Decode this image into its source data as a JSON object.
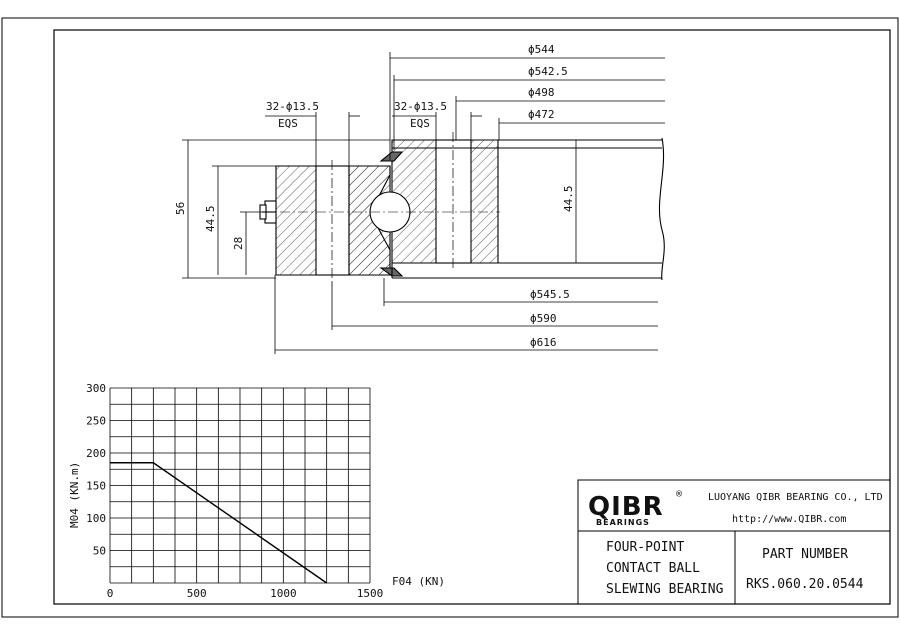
{
  "drawing": {
    "dimensions": {
      "d544": "ϕ544",
      "d542_5": "ϕ542.5",
      "d498": "ϕ498",
      "d472": "ϕ472",
      "d545_5": "ϕ545.5",
      "d590": "ϕ590",
      "d616": "ϕ616",
      "holes_outer": "32-ϕ13.5",
      "holes_outer_eqs": "EQS",
      "holes_inner": "32-ϕ13.5",
      "holes_inner_eqs": "EQS",
      "h56": "56",
      "h44_5_left": "44.5",
      "h28": "28",
      "h44_5_right": "44.5"
    }
  },
  "chart_data": {
    "type": "line",
    "ylabel": "M04 (KN.m)",
    "xlabel": "F04 (KN)",
    "xlim": [
      0,
      1500
    ],
    "ylim": [
      0,
      300
    ],
    "x_ticks": [
      "0",
      "500",
      "1000",
      "1500"
    ],
    "y_ticks": [
      "50",
      "100",
      "150",
      "200",
      "250",
      "300"
    ],
    "grid": true,
    "series": [
      {
        "x": [
          0,
          250,
          1250
        ],
        "y": [
          185,
          185,
          0
        ]
      }
    ]
  },
  "title_block": {
    "logo_text": "QIBR",
    "logo_sub": "BEARINGS",
    "logo_reg": "®",
    "company": "LUOYANG QIBR BEARING CO., LTD",
    "website": "http://www.QIBR.com",
    "desc_line1": "FOUR-POINT",
    "desc_line2": "CONTACT BALL",
    "desc_line3": "SLEWING BEARING",
    "part_label": "PART NUMBER",
    "part_number": "RKS.060.20.0544"
  }
}
